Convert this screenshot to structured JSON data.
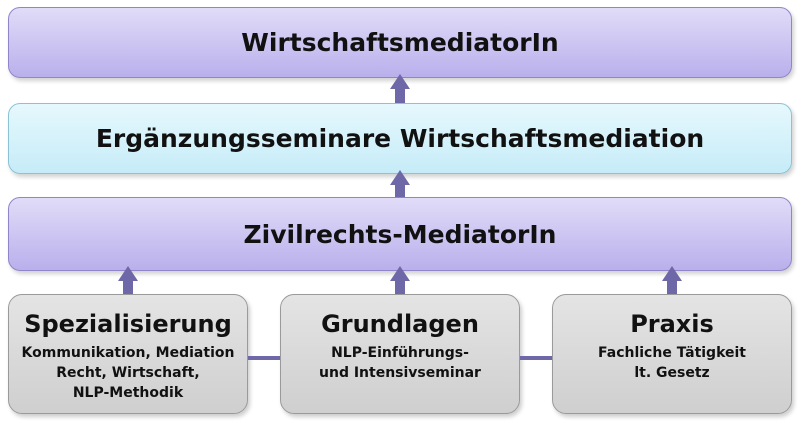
{
  "diagram": {
    "top_band": "WirtschaftsmediatorIn",
    "middle_band": "Ergänzungsseminare Wirtschaftsmediation",
    "lower_band": "Zivilrechts-MediatorIn",
    "boxes": [
      {
        "title": "Spezialisierung",
        "lines": [
          "Kommunikation, Mediation",
          "Recht, Wirtschaft,",
          "NLP-Methodik"
        ]
      },
      {
        "title": "Grundlagen",
        "lines": [
          "NLP-Einführungs-",
          "und Intensivseminar"
        ]
      },
      {
        "title": "Praxis",
        "lines": [
          "Fachliche Tätigkeit",
          "lt. Gesetz"
        ]
      }
    ],
    "colors": {
      "arrow": "#6f68a8",
      "band_purple": "#c8c0f0",
      "band_blue": "#d4f1fa",
      "box_gray": "#d8d8d8"
    }
  }
}
